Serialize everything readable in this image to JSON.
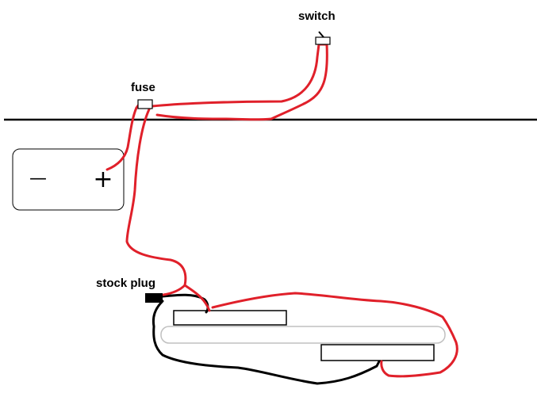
{
  "labels": {
    "switch": "switch",
    "fuse": "fuse",
    "stock_plug": "stock plug"
  },
  "battery": {
    "negative_symbol": "—",
    "positive_symbol": "+"
  },
  "colors": {
    "positive_wire": "#e0202a",
    "ground_wire": "#000000",
    "tube_outline": "#c0c0c0",
    "outline": "#000000",
    "background": "#ffffff"
  }
}
